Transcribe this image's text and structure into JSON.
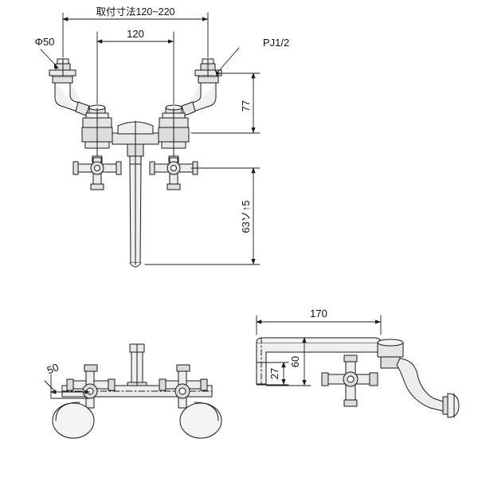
{
  "drawing": {
    "title": "faucet-technical-drawing",
    "background_color": "#ffffff",
    "line_color": "#1a1a1a",
    "fill_color": "#e8e8e8",
    "views": [
      {
        "name": "front-elevation",
        "labels": [
          {
            "id": "mount-span",
            "text": "取付寸法120~220"
          },
          {
            "id": "diameter-50",
            "text": "Φ50"
          },
          {
            "id": "center-distance",
            "text": "120"
          },
          {
            "id": "thread-spec",
            "text": "PJ1/2"
          },
          {
            "id": "height-77",
            "text": "77"
          },
          {
            "id": "spout-length-63",
            "text": "63ソ↑5"
          }
        ]
      },
      {
        "name": "top-plan-view",
        "labels": [
          {
            "id": "handle-offset-50",
            "text": "50"
          }
        ]
      },
      {
        "name": "side-elevation",
        "labels": [
          {
            "id": "spout-reach-170",
            "text": "170"
          },
          {
            "id": "spout-drop-60",
            "text": "60"
          },
          {
            "id": "spout-drop-27",
            "text": "27"
          }
        ]
      }
    ]
  }
}
